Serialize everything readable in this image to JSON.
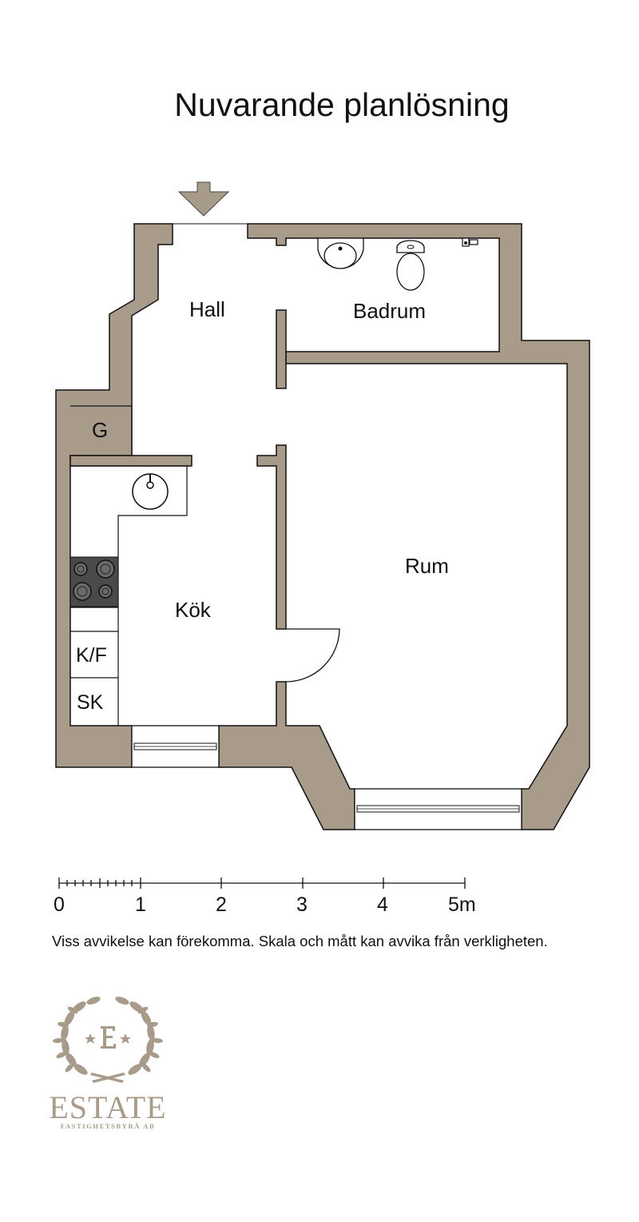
{
  "title": "Nuvarande planlösning",
  "rooms": {
    "hall": "Hall",
    "badrum": "Badrum",
    "garderob": "G",
    "kok": "Kök",
    "rum": "Rum",
    "kyl_frys": "K/F",
    "skap": "SK"
  },
  "scale": {
    "ticks": [
      "0",
      "1",
      "2",
      "3",
      "4",
      "5m"
    ]
  },
  "disclaimer": "Viss avvikelse kan förekomma. Skala och mått kan avvika från verkligheten.",
  "logo": {
    "monogram": "E",
    "name": "ESTATE",
    "subtitle": "FASTIGHETSBYRÅ AB"
  },
  "colors": {
    "wall": "#a89b8a",
    "stove": "#4a4a4a",
    "logo": "#a89b8a"
  }
}
